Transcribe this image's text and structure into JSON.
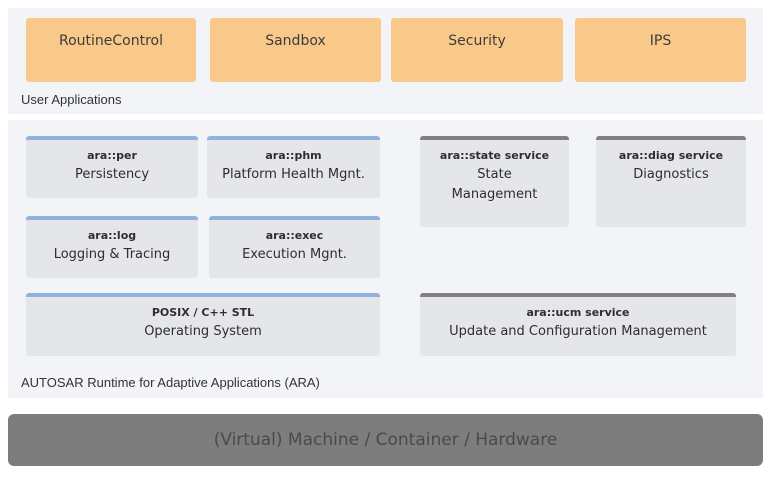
{
  "user_apps": {
    "label": "User Applications",
    "apps": [
      "RoutineControl",
      "Sandbox",
      "Security",
      "IPS"
    ]
  },
  "ara": {
    "label": "AUTOSAR Runtime for Adaptive Applications (ARA)",
    "per": {
      "code": "ara::per",
      "name": "Persistency"
    },
    "phm": {
      "code": "ara::phm",
      "name": "Platform Health Mgnt."
    },
    "log": {
      "code": "ara::log",
      "name": "Logging & Tracing"
    },
    "exec": {
      "code": "ara::exec",
      "name": "Execution Mgnt."
    },
    "os": {
      "code": "POSIX / C++ STL",
      "name": "Operating System"
    },
    "state": {
      "code": "ara::state service",
      "name": "State Management"
    },
    "diag": {
      "code": "ara::diag service",
      "name": "Diagnostics"
    },
    "ucm": {
      "code": "ara::ucm service",
      "name": "Update and Configuration Management"
    }
  },
  "hardware": {
    "label": "(Virtual) Machine / Container / Hardware"
  },
  "colors": {
    "app_fill": "#f9c98a",
    "panel_fill": "#f2f4f8",
    "functional_cluster_accent": "#8fb2de",
    "service_accent": "#808080",
    "hardware_fill": "#7d7d7d"
  }
}
